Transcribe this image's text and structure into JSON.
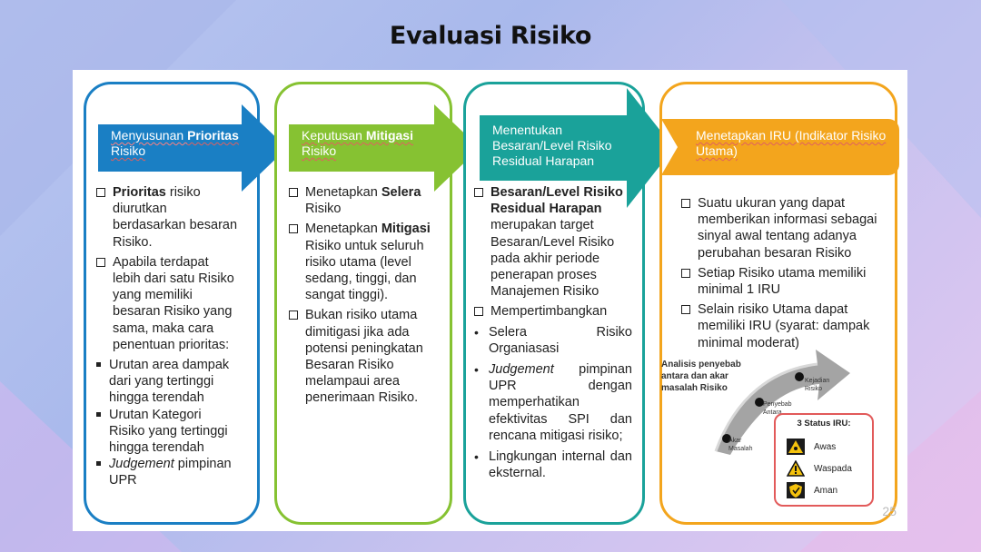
{
  "title": "Evaluasi Risiko",
  "page_number": "25",
  "columns": [
    {
      "header": [
        "Menyusunan ",
        "Prioritas",
        " Risiko"
      ],
      "items": [
        {
          "type": "item",
          "parts": [
            [
              "Prioritas",
              "b"
            ],
            [
              " risiko diurutkan berdasarkan besaran Risiko.",
              ""
            ]
          ]
        },
        {
          "type": "item",
          "parts": [
            [
              "Apabila terdapat lebih dari satu Risiko yang memiliki besaran Risiko yang sama, maka cara penentuan prioritas:",
              ""
            ]
          ]
        },
        {
          "type": "sub",
          "parts": [
            [
              "Urutan area dampak dari yang tertinggi hingga terendah",
              ""
            ]
          ]
        },
        {
          "type": "sub",
          "parts": [
            [
              "Urutan Kategori Risiko yang tertinggi hingga terendah",
              ""
            ]
          ]
        },
        {
          "type": "sub",
          "parts": [
            [
              "Judgement",
              "i"
            ],
            [
              " pimpinan UPR",
              ""
            ]
          ]
        }
      ]
    },
    {
      "header": [
        "Keputusan ",
        "Mitigasi",
        " Risiko"
      ],
      "items": [
        {
          "type": "item",
          "parts": [
            [
              "Menetapkan ",
              ""
            ],
            [
              "Selera",
              "b"
            ],
            [
              " Risiko",
              ""
            ]
          ]
        },
        {
          "type": "item",
          "parts": [
            [
              "Menetapkan ",
              ""
            ],
            [
              "Mitigasi",
              "b"
            ],
            [
              " Risiko untuk seluruh risiko utama (level sedang, tinggi, dan sangat tinggi).",
              ""
            ]
          ]
        },
        {
          "type": "item",
          "parts": [
            [
              "Bukan risiko utama dimitigasi jika ada potensi peningkatan Besaran Risiko melampaui area penerimaan Risiko.",
              ""
            ]
          ]
        }
      ]
    },
    {
      "header": [
        "Menentukan Besaran/Level Risiko Residual Harapan"
      ],
      "items": [
        {
          "type": "item",
          "parts": [
            [
              "Besaran/Level Risiko Residual Harapan",
              "b"
            ],
            [
              " merupakan target Besaran/Level Risiko pada akhir periode penerapan proses Manajemen Risiko",
              ""
            ]
          ]
        },
        {
          "type": "item",
          "parts": [
            [
              "Mempertimbangkan",
              ""
            ]
          ]
        },
        {
          "type": "dot",
          "parts": [
            [
              "Selera Risiko Organiasasi",
              ""
            ]
          ]
        },
        {
          "type": "dot",
          "parts": [
            [
              "Judgement",
              "i"
            ],
            [
              " pimpinan UPR dengan memperhatikan efektivitas SPI dan rencana mitigasi risiko;",
              ""
            ]
          ]
        },
        {
          "type": "dot",
          "parts": [
            [
              "Lingkungan internal dan eksternal.",
              ""
            ]
          ]
        }
      ]
    },
    {
      "header": [
        "Menetapkan IRU (Indikator Risiko Utama)"
      ],
      "items": [
        {
          "type": "item",
          "parts": [
            [
              "Suatu ukuran yang dapat memberikan informasi sebagai sinyal awal tentang adanya perubahan besaran Risiko",
              ""
            ]
          ]
        },
        {
          "type": "item",
          "parts": [
            [
              "Setiap Risiko utama memiliki minimal 1 IRU",
              ""
            ]
          ]
        },
        {
          "type": "item",
          "parts": [
            [
              "Selain risiko Utama dapat memiliki IRU (syarat: dampak minimal moderat)",
              ""
            ]
          ]
        }
      ]
    }
  ],
  "diagram": {
    "caption": "Analisis penyebab antara dan akar masalah Risiko",
    "labels": [
      "Akar Masalah",
      "Penyebab Antara",
      "Kejadian Risiko"
    ],
    "status_title": "3 Status IRU:",
    "statuses": [
      "Awas",
      "Waspada",
      "Aman"
    ]
  },
  "colors": {
    "blue": "#1a7fc4",
    "green": "#86c232",
    "teal": "#1aa29a",
    "orange": "#f3a51d"
  }
}
